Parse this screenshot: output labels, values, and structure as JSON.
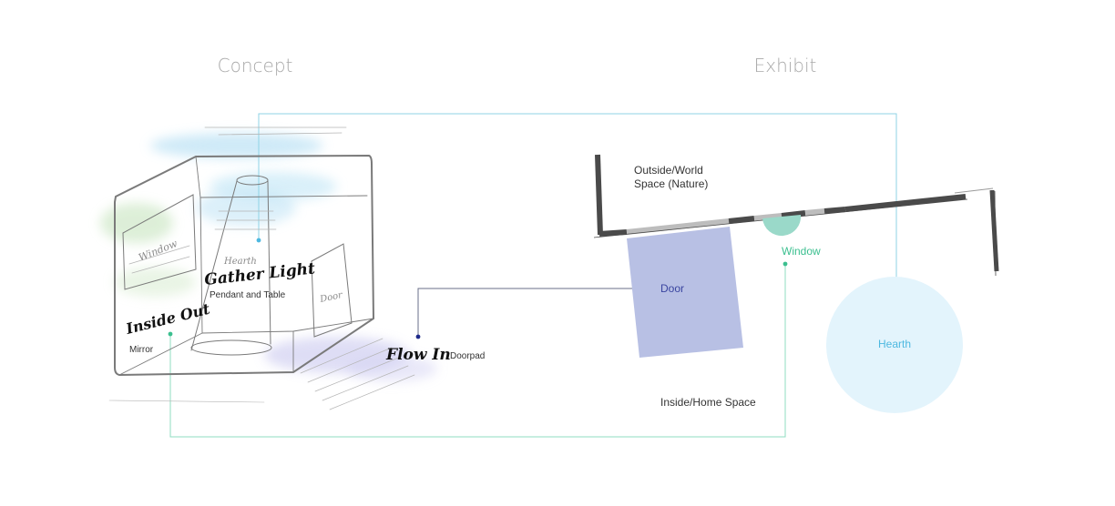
{
  "headers": {
    "concept": "Concept",
    "exhibit": "Exhibit"
  },
  "concept": {
    "window_sketch": "Window",
    "hearth_sketch": "Hearth",
    "door_sketch": "Door",
    "gather_light": "Gather Light",
    "pendant_and_table": "Pendant and Table",
    "inside_out": "Inside Out",
    "mirror": "Mirror",
    "flow_in": "Flow In",
    "doorpad": "Doorpad"
  },
  "exhibit": {
    "outside_line1": "Outside/World",
    "outside_line2": "Space (Nature)",
    "door": "Door",
    "window": "Window",
    "hearth": "Hearth",
    "inside_home": "Inside/Home Space"
  },
  "colors": {
    "connector_blue": "#8fd3e6",
    "connector_green": "#8fdcc0",
    "door_fill": "#b8c0e4",
    "door_label": "#3a45a0",
    "window_fill": "#9ad9c9",
    "window_label": "#3bbf8f",
    "hearth_fill": "#e3f4fc",
    "hearth_label": "#4db8e0",
    "wall_dark": "#4a4a4a",
    "wall_light": "#bdbdbd"
  }
}
